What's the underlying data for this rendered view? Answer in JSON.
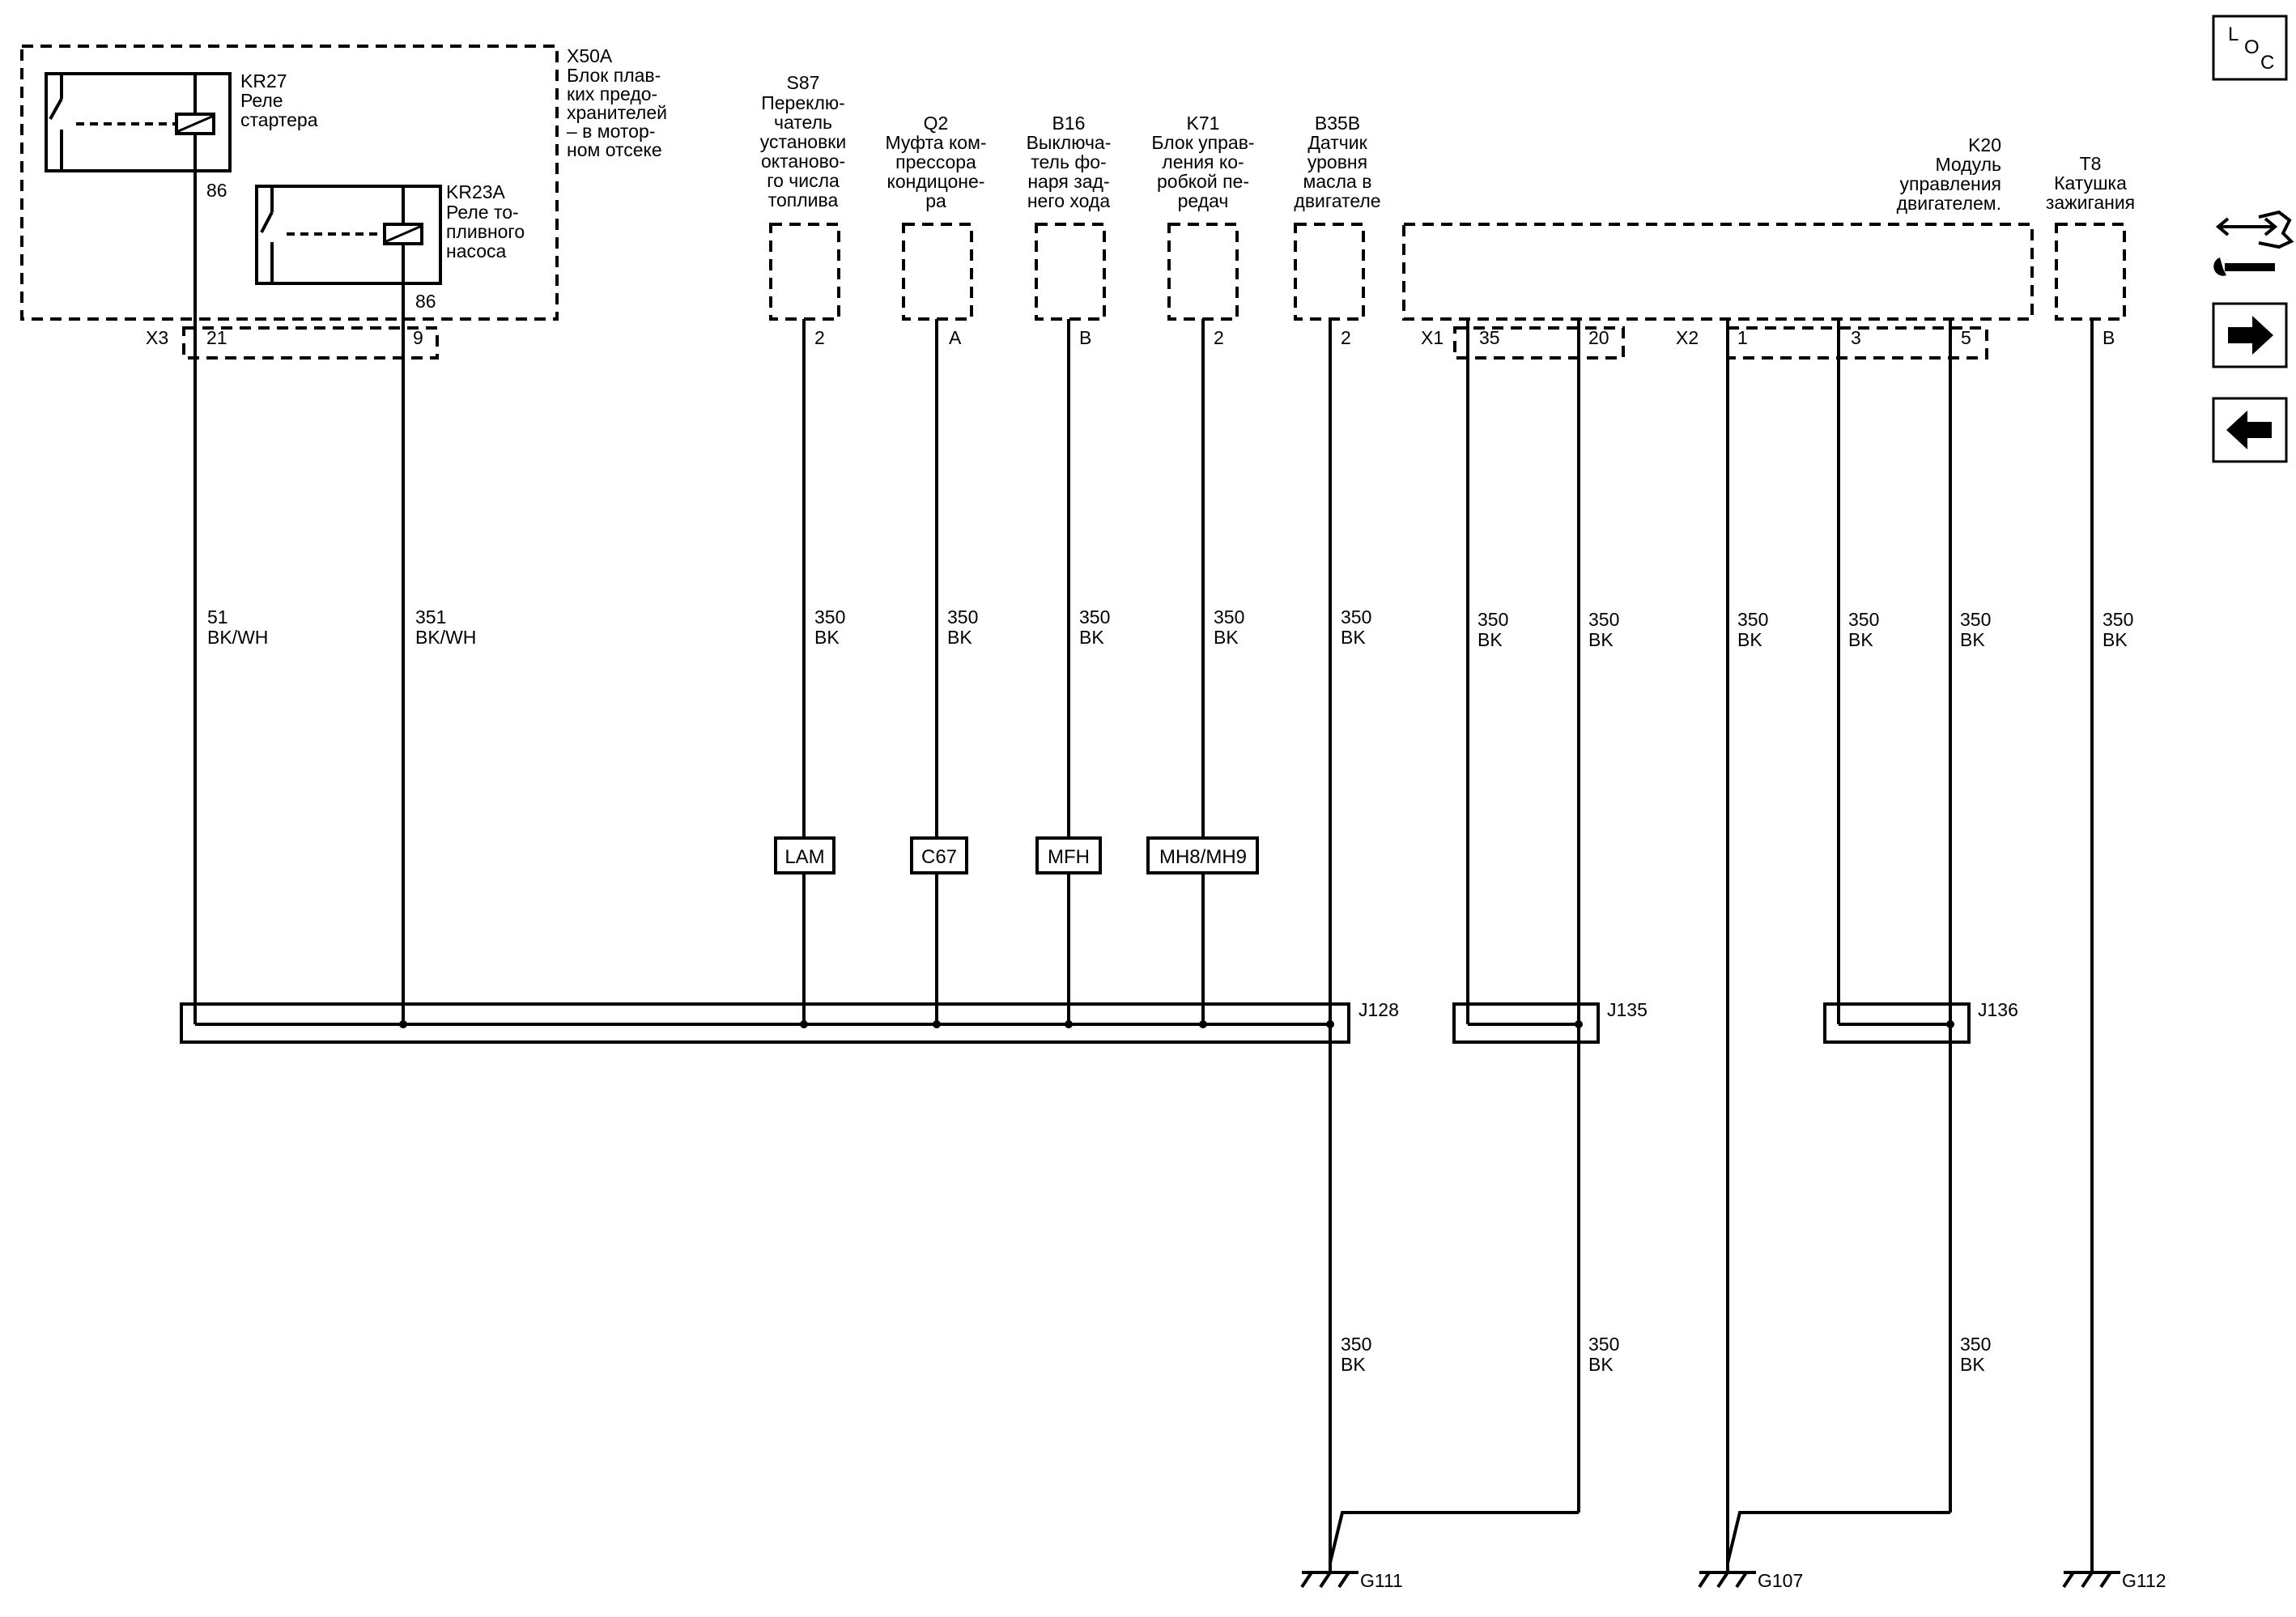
{
  "loc_button": {
    "l": "L",
    "o": "O",
    "c": "C"
  },
  "nav": {
    "service_icon": "service-wrench-icon",
    "next_icon": "arrow-right-icon",
    "prev_icon": "arrow-left-icon"
  },
  "fuse_block": {
    "id": "X50A",
    "lines": [
      "Блок плав-",
      "ких предо-",
      "хранителей",
      "– в мотор-",
      "ном отсеке"
    ],
    "connector": "X3"
  },
  "relays": [
    {
      "id": "KR27",
      "lines": [
        "Реле",
        "стартера"
      ],
      "pin": "86",
      "conn_pin": "21",
      "wire_num": "51",
      "wire_color": "BK/WH"
    },
    {
      "id": "KR23A",
      "lines": [
        "Реле то-",
        "пливного",
        "насоса"
      ],
      "pin": "86",
      "conn_pin": "9",
      "wire_num": "351",
      "wire_color": "BK/WH"
    }
  ],
  "components": [
    {
      "id": "S87",
      "lines": [
        "Переклю-",
        "чатель",
        "установки",
        "октаново-",
        "го числа",
        "топлива"
      ],
      "pin": "2",
      "wire_num": "350",
      "wire_color": "BK",
      "option": "LAM"
    },
    {
      "id": "Q2",
      "lines": [
        "Муфта ком-",
        "прессора",
        "кондицоне-",
        "ра"
      ],
      "pin": "A",
      "wire_num": "350",
      "wire_color": "BK",
      "option": "C67"
    },
    {
      "id": "B16",
      "lines": [
        "Выключа-",
        "тель фо-",
        "наря зад-",
        "него хода"
      ],
      "pin": "B",
      "wire_num": "350",
      "wire_color": "BK",
      "option": "MFH"
    },
    {
      "id": "K71",
      "lines": [
        "Блок управ-",
        "ления ко-",
        "робкой пе-",
        "редач"
      ],
      "pin": "2",
      "wire_num": "350",
      "wire_color": "BK",
      "option": "MH8/MH9"
    },
    {
      "id": "B35B",
      "lines": [
        "Датчик",
        "уровня",
        "масла в",
        "двигателе"
      ],
      "pin": "2",
      "wire_num": "350",
      "wire_color": "BK",
      "wire_num_lower": "350",
      "wire_color_lower": "BK"
    }
  ],
  "ecm": {
    "id": "K20",
    "lines": [
      "Модуль",
      "управления",
      "двигателем."
    ],
    "x1": {
      "name": "X1",
      "pins": [
        "35",
        "20"
      ]
    },
    "x2": {
      "name": "X2",
      "pins": [
        "1",
        "3",
        "5"
      ]
    },
    "wires": [
      {
        "num": "350",
        "color": "BK"
      },
      {
        "num": "350",
        "color": "BK"
      },
      {
        "num": "350",
        "color": "BK"
      },
      {
        "num": "350",
        "color": "BK"
      },
      {
        "num": "350",
        "color": "BK"
      }
    ],
    "lower_wires": [
      {
        "num": "350",
        "color": "BK"
      },
      {
        "num": "350",
        "color": "BK"
      }
    ]
  },
  "coil": {
    "id": "T8",
    "lines": [
      "Катушка",
      "зажигания"
    ],
    "pin": "B",
    "wire_num": "350",
    "wire_color": "BK"
  },
  "splices": [
    "J128",
    "J135",
    "J136"
  ],
  "grounds": [
    "G111",
    "G107",
    "G112"
  ]
}
